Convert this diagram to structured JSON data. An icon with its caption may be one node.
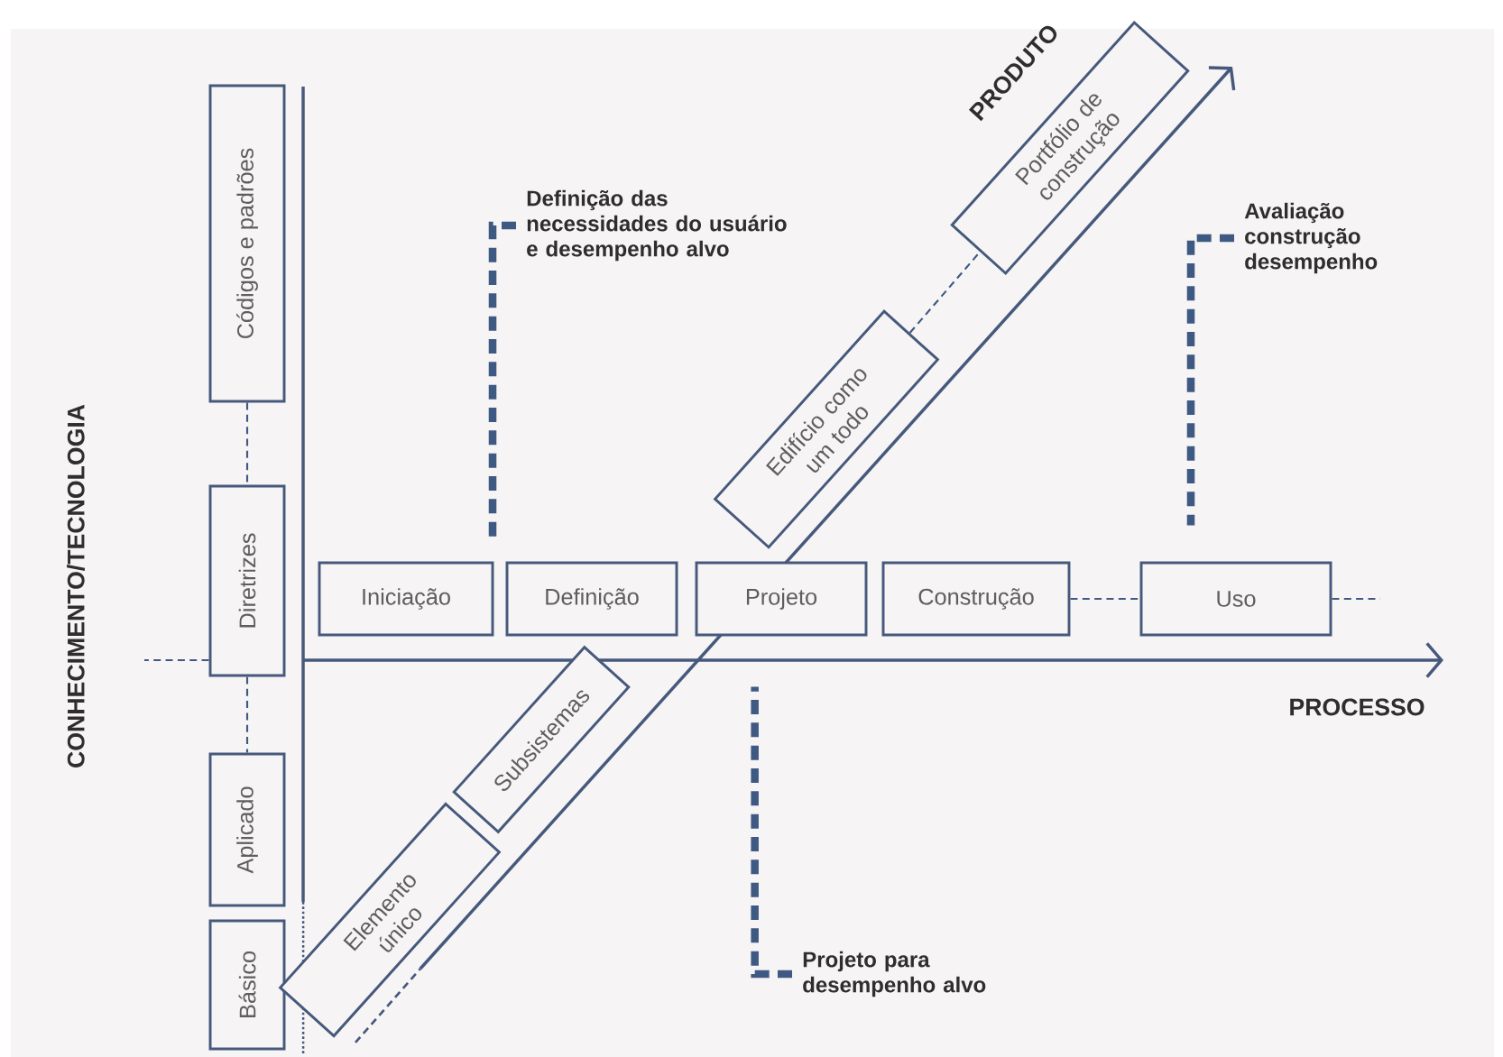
{
  "diagram": {
    "nodes": [
      {
        "text": [
          "Códigos e padrões"
        ]
      },
      {
        "text": [
          "Diretrizes"
        ]
      },
      {
        "text": [
          "Aplicado"
        ]
      },
      {
        "text": [
          "Básico"
        ]
      },
      {
        "text": [
          "Iniciação"
        ]
      },
      {
        "text": [
          "Definição"
        ]
      },
      {
        "text": [
          "Projeto"
        ]
      },
      {
        "text": [
          "Construção"
        ]
      },
      {
        "text": [
          "Uso"
        ]
      },
      {
        "text": [
          "Elemento único"
        ]
      },
      {
        "text": [
          "Subsistemas"
        ]
      },
      {
        "text": [
          "Edifício como um todo"
        ]
      },
      {
        "text": [
          "Portfólio de construção"
        ]
      },
      {
        "text": [
          "Definição das necessidades do usuário e desempenho alvo"
        ]
      },
      {
        "text": [
          "Avaliação construção desempenho"
        ]
      },
      {
        "text": [
          "Projeto para desempenho alvo"
        ]
      }
    ],
    "edges": [
      {
        "from": 0,
        "to": 1,
        "arrow": "none",
        "style": "dashed"
      },
      {
        "from": 1,
        "to": 2,
        "arrow": "none",
        "style": "dashed"
      },
      {
        "from": 1,
        "to": null,
        "arrow": "none",
        "style": "dashed"
      },
      {
        "from": 7,
        "to": 8,
        "arrow": "none",
        "style": "dashed"
      },
      {
        "from": 8,
        "to": null,
        "arrow": "none",
        "style": "dashed"
      },
      {
        "from": 11,
        "to": 12,
        "arrow": "none",
        "style": "dashed"
      },
      {
        "from": 13,
        "to": null,
        "arrow": "none",
        "style": "dashed"
      },
      {
        "from": 14,
        "to": 8,
        "arrow": "none",
        "style": "dashed"
      },
      {
        "from": 15,
        "to": 6,
        "arrow": "none",
        "style": "dashed"
      }
    ],
    "labels": [
      "PRODUTO",
      "CONHECIMENTO/TECNOLOGIA",
      "PROCESSO"
    ]
  }
}
